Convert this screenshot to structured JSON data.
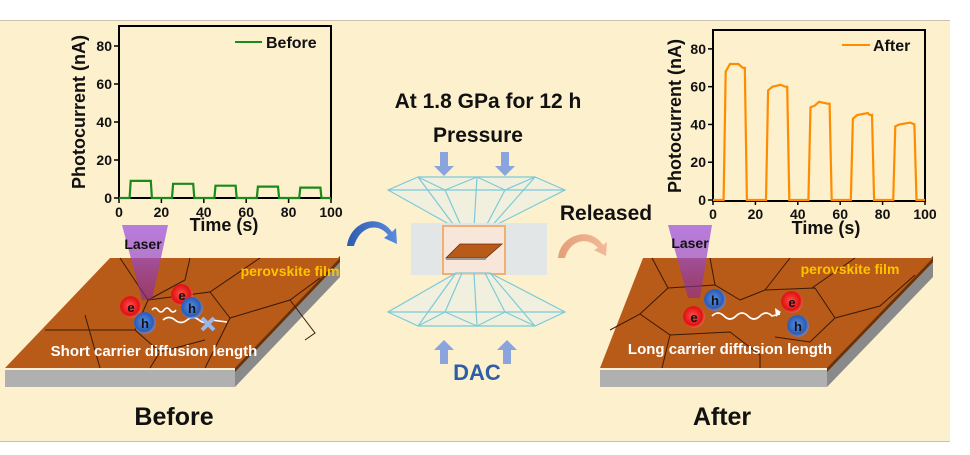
{
  "title_pressure": "At 1.8 GPa for 12 h",
  "label_pressure": "Pressure",
  "label_dac": "DAC",
  "label_released": "Released",
  "caption_before": "Before",
  "caption_after": "After",
  "film_left": {
    "laser": "Laser",
    "film_label": "perovskite film",
    "diffusion_text": "Short carrier diffusion length",
    "electron": "e",
    "hole": "h"
  },
  "film_right": {
    "laser": "Laser",
    "film_label": "perovskite film",
    "diffusion_text": "Long carrier diffusion length",
    "electron": "e",
    "hole": "h"
  },
  "colors": {
    "before_series": "#1a8a1a",
    "after_series": "#ff8c00",
    "film": "#b85a18",
    "dac_text": "#2f5da8",
    "film_label": "#ffc400"
  },
  "chart_data": [
    {
      "type": "line",
      "title": "",
      "xlabel": "Time (s)",
      "ylabel": "Photocurrent (nA)",
      "xlim": [
        0,
        100
      ],
      "ylim": [
        0,
        90
      ],
      "xticks": [
        0,
        20,
        40,
        60,
        80,
        100
      ],
      "yticks": [
        0,
        20,
        40,
        60,
        80
      ],
      "legend": "top-right",
      "grid": false,
      "series": [
        {
          "name": "Before",
          "x": [
            0,
            5,
            5.5,
            15,
            15.5,
            25,
            25.5,
            35,
            35.5,
            45,
            45.5,
            55,
            55.5,
            65,
            65.5,
            75,
            75.5,
            85,
            85.5,
            95,
            95.5,
            100
          ],
          "y": [
            0,
            0,
            9,
            9,
            0,
            0,
            7.5,
            7.5,
            0,
            0,
            6.5,
            6.5,
            0,
            0,
            6,
            6,
            0,
            0,
            5.5,
            5.5,
            0,
            0
          ]
        }
      ]
    },
    {
      "type": "line",
      "title": "",
      "xlabel": "Time (s)",
      "ylabel": "Photocurrent (nA)",
      "xlim": [
        0,
        100
      ],
      "ylim": [
        0,
        90
      ],
      "xticks": [
        0,
        20,
        40,
        60,
        80,
        100
      ],
      "yticks": [
        0,
        20,
        40,
        60,
        80
      ],
      "legend": "top-right",
      "grid": false,
      "series": [
        {
          "name": "After",
          "x": [
            0,
            5,
            6,
            8,
            12,
            14,
            15,
            16,
            25,
            26,
            28,
            32,
            34,
            35,
            36,
            45,
            46,
            48,
            50,
            54,
            55,
            56,
            65,
            66,
            68,
            73,
            74,
            75,
            76,
            85,
            86,
            88,
            93,
            95,
            96,
            100
          ],
          "y": [
            0,
            0,
            68,
            72,
            72,
            70,
            70,
            0,
            0,
            58,
            60,
            61,
            60,
            60,
            0,
            0,
            49,
            50,
            52,
            51,
            51,
            0,
            0,
            43,
            45,
            46,
            45,
            45,
            0,
            0,
            39,
            40,
            41,
            40,
            0,
            0
          ]
        }
      ]
    }
  ]
}
